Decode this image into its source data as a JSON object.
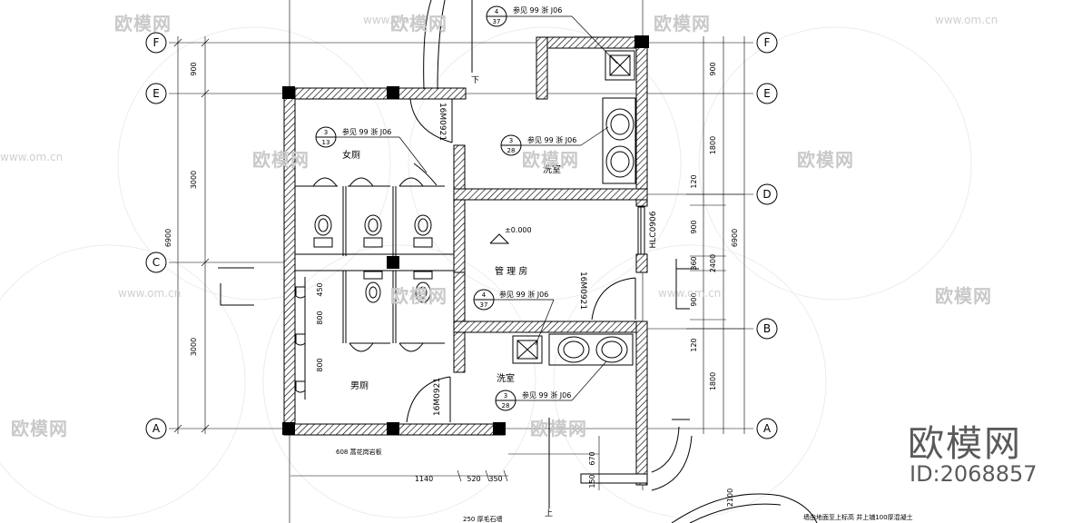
{
  "axes": {
    "F": "F",
    "E": "E",
    "D": "D",
    "C": "C",
    "B": "B",
    "A": "A"
  },
  "rooms": {
    "womens": "女厕",
    "mens": "男厕",
    "wash_top": "洗室",
    "wash_bottom": "洗室",
    "manage": "管 理 房"
  },
  "refs": {
    "ref_top": {
      "num": "4",
      "sheet": "37",
      "text": "参见 99 浙 J06"
    },
    "ref_womens": {
      "num": "3",
      "sheet": "13",
      "text": "参见 99 浙 J06"
    },
    "ref_wash_top": {
      "num": "3",
      "sheet": "28",
      "text": "参见 99 浙 J06"
    },
    "ref_manage": {
      "num": "4",
      "sheet": "37",
      "text": "参见 99 浙 J06"
    },
    "ref_wash_bottom": {
      "num": "3",
      "sheet": "28",
      "text": "参见 99 浙 J06"
    }
  },
  "doors": {
    "d1": "16M0921",
    "d2": "16M0921",
    "d3": "16M0921",
    "window": "HLC0906"
  },
  "level": "±0.000",
  "stair_down": "下",
  "stair_up": "上",
  "dims_left": {
    "d900": "900",
    "d3000a": "3000",
    "d3000b": "3000",
    "total": "6900"
  },
  "dims_right": {
    "d900": "900",
    "d1800a": "1800",
    "d120a": "120",
    "d900b": "900",
    "d360": "360",
    "d900c": "900",
    "d120b": "120",
    "d1800b": "1800",
    "d2400": "2400",
    "total": "6900",
    "d2100": "2100"
  },
  "urinal_dims": {
    "u450": "450",
    "u800a": "800",
    "u800b": "800"
  },
  "bottom_dims": {
    "b1140": "1140",
    "b520": "520",
    "b350": "350",
    "b670": "670",
    "b150": "150"
  },
  "notes": {
    "planter": "608 蒿花岗岩板",
    "bottom_left": "250 厚毛石墙",
    "bottom_right": "墙由地面至上标高 并上铺100厚混凝土"
  },
  "watermark": {
    "text": "欧模网",
    "url": "www.om.cn"
  },
  "brand": {
    "name": "欧模网",
    "id": "ID:2068857"
  },
  "colors": {
    "line": "#000000",
    "watermark": "#c9c9c9",
    "brand": "#555555"
  }
}
